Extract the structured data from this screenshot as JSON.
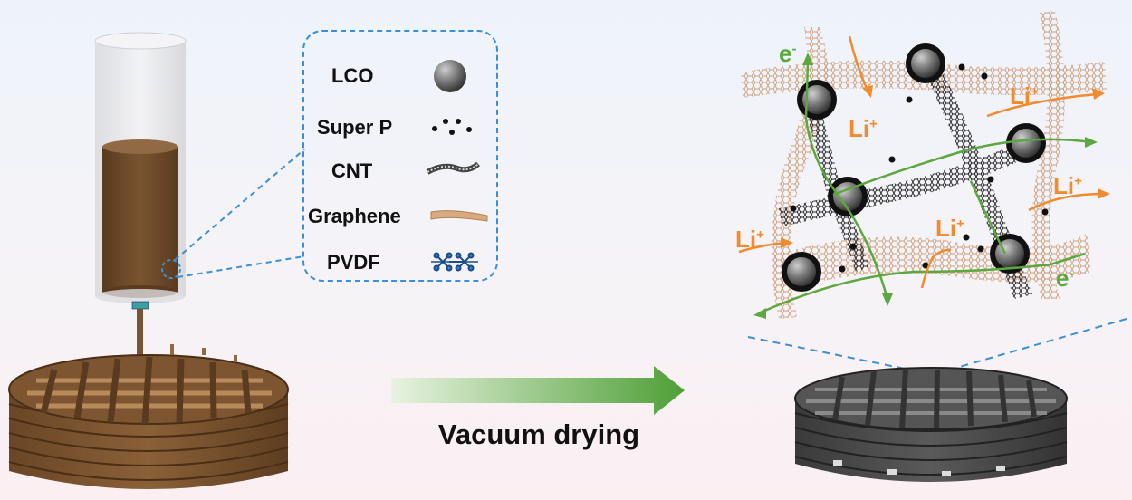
{
  "legend": {
    "items": [
      {
        "label": "LCO",
        "icon": "sphere-icon"
      },
      {
        "label": "Super P",
        "icon": "dots-icon"
      },
      {
        "label": "CNT",
        "icon": "tube-icon"
      },
      {
        "label": "Graphene",
        "icon": "sheet-icon"
      },
      {
        "label": "PVDF",
        "icon": "binder-icon"
      }
    ]
  },
  "process": {
    "label": "Vacuum drying"
  },
  "ions": {
    "li_base": "Li",
    "li_sup": "+",
    "e_base": "e",
    "e_sup": "-"
  },
  "colors": {
    "slurry": "#6e4a2a",
    "dried": "#4a4a4a",
    "arrow": "#5aa83e",
    "li": "#f28a2e",
    "electron": "#5aa83e",
    "dash": "#3a8fd8"
  }
}
